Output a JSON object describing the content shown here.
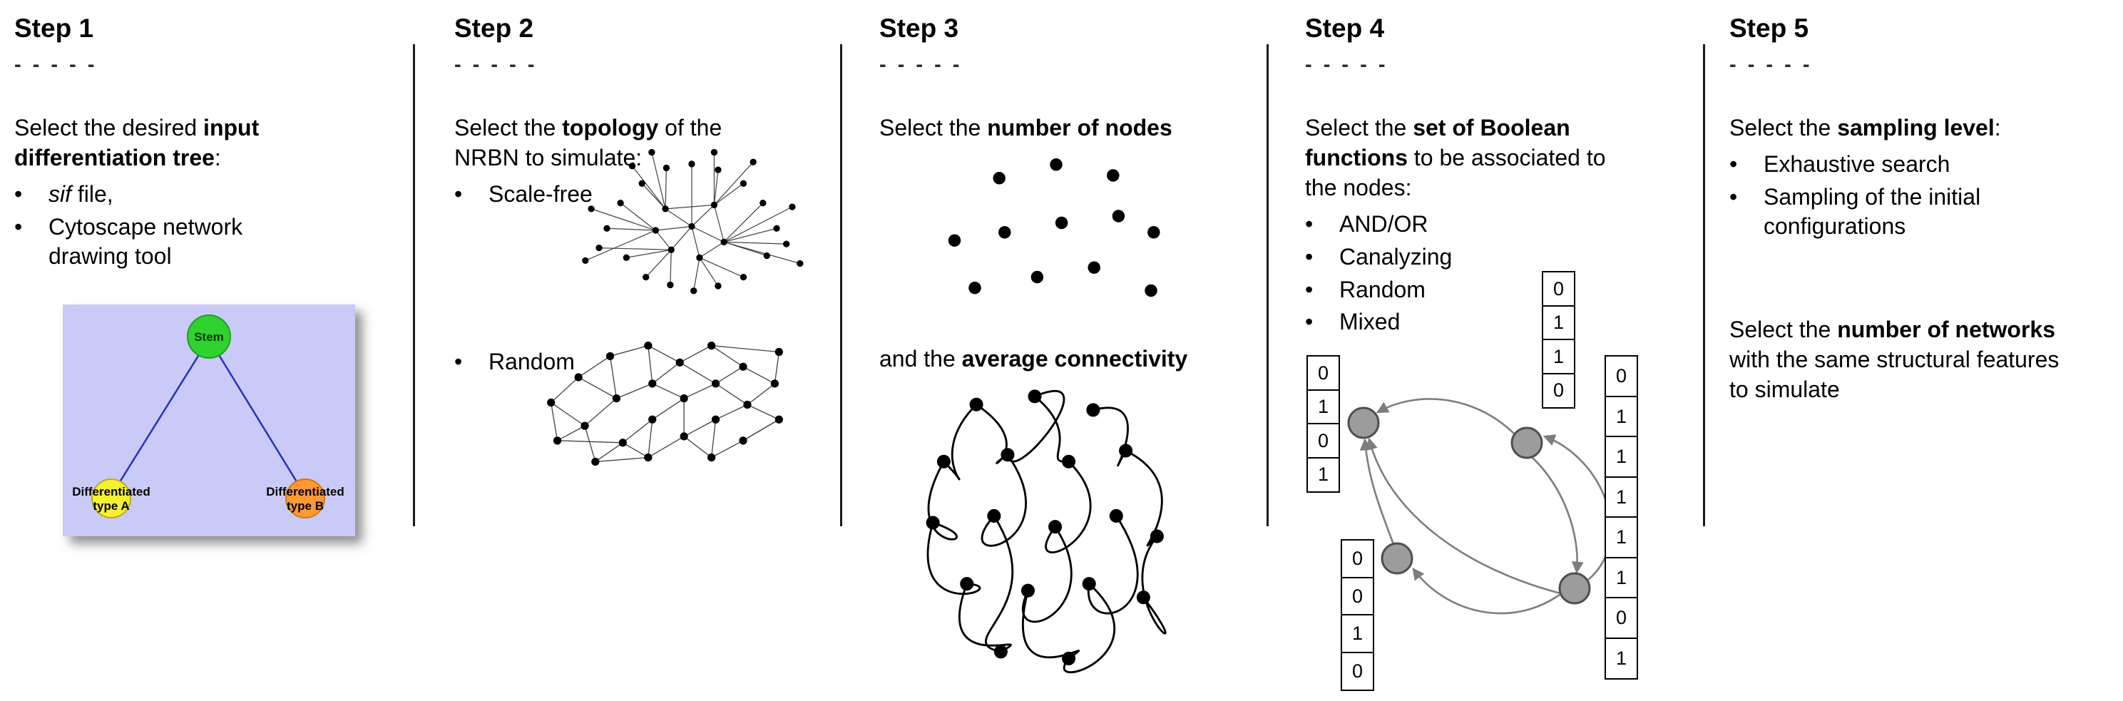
{
  "bullet_char": "•",
  "steps": [
    {
      "title": "Step 1",
      "dashes": "- - - - -",
      "intro_1": "Select the desired ",
      "intro_b": "input differentiation tree",
      "intro_2": ":",
      "bullet_1_italic": "sif",
      "bullet_1_rest": " file,",
      "bullet_2": "Cytoscape network drawing tool",
      "tree": {
        "stem": "Stem",
        "type_a_line1": "Differentiated",
        "type_a_line2": "type A",
        "type_b_line1": "Differentiated",
        "type_b_line2": "type B",
        "stem_color": "#2fd32f",
        "type_a_color": "#f6f032",
        "type_b_color": "#ff9933",
        "bg_color": "#cacaf8",
        "edge_color": "#2233bb"
      }
    },
    {
      "title": "Step 2",
      "dashes": "- - - - -",
      "intro_1": "Select the ",
      "intro_b": "topology",
      "intro_2": " of the NRBN to simulate:",
      "bullet_1": "Scale-free",
      "bullet_2": "Random"
    },
    {
      "title": "Step 3",
      "dashes": "- - - - -",
      "line1_1": "Select the ",
      "line1_b": "number of nodes",
      "line2_1": "and the ",
      "line2_b": "average connectivity"
    },
    {
      "title": "Step 4",
      "dashes": "- - - - -",
      "intro_1": "Select the ",
      "intro_b": "set of Boolean functions",
      "intro_2": " to be associated to the nodes:",
      "bullets": [
        "AND/OR",
        "Canalyzing",
        "Random",
        "Mixed"
      ],
      "truth_tables": {
        "left": [
          "0",
          "1",
          "0",
          "1"
        ],
        "top": [
          "0",
          "1",
          "1",
          "0"
        ],
        "bottom_left": [
          "0",
          "0",
          "1",
          "0"
        ],
        "right": [
          "0",
          "1",
          "1",
          "1",
          "1",
          "1",
          "0",
          "1"
        ]
      }
    },
    {
      "title": "Step 5",
      "dashes": "- - - - -",
      "intro_1": "Select the ",
      "intro_b": "sampling level",
      "intro_2": ":",
      "bullet_1": "Exhaustive search",
      "bullet_2": "Sampling of the initial configurations",
      "para2_1": "Select the ",
      "para2_b": "number of networks",
      "para2_2": " with the same structural features to simulate"
    }
  ]
}
